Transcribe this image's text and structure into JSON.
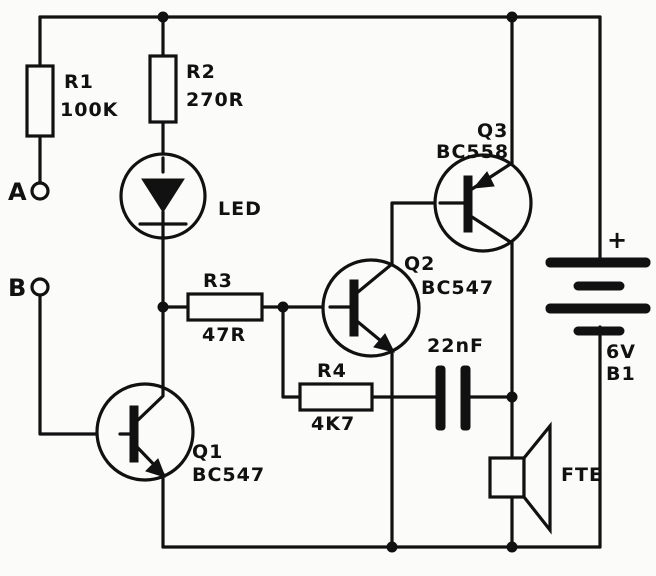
{
  "components": {
    "r1": {
      "ref": "R1",
      "value": "100K"
    },
    "r2": {
      "ref": "R2",
      "value": "270R"
    },
    "r3": {
      "ref": "R3",
      "value": "47R"
    },
    "r4": {
      "ref": "R4",
      "value": "4K7"
    },
    "led": {
      "label": "LED"
    },
    "q1": {
      "ref": "Q1",
      "part": "BC547"
    },
    "q2": {
      "ref": "Q2",
      "part": "BC547"
    },
    "q3": {
      "ref": "Q3",
      "part": "BC558"
    },
    "capacitor": {
      "value": "22nF"
    },
    "battery": {
      "plus": "+",
      "voltage": "6V",
      "ref": "B1"
    },
    "speaker": {
      "label": "FTE"
    }
  },
  "terminals": {
    "a": "A",
    "b": "B"
  }
}
